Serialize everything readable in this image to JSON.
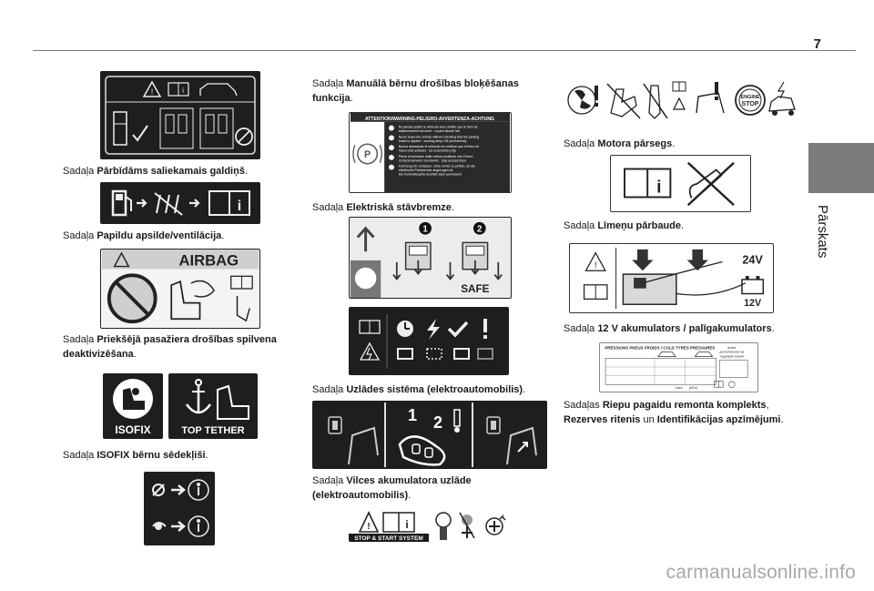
{
  "page": {
    "number": "7",
    "section_tab": "Pārskats",
    "watermark": "carmanualsonline.info"
  },
  "captions": {
    "c1": {
      "pre": "Sadaļa ",
      "bold": "Pārbīdāms saliekamais galdiņš",
      "post": "."
    },
    "c2": {
      "pre": "Sadaļa ",
      "bold": "Papildu apsilde/ventilācija",
      "post": "."
    },
    "c3": {
      "pre": "Sadaļa ",
      "bold": "Priekšējā pasažiera drošības spilvena deaktivizēšana",
      "post": "."
    },
    "c4": {
      "pre": "Sadaļa ",
      "bold": "ISOFIX bērnu sēdekļiši",
      "post": "."
    },
    "c5": {
      "pre": "Sadaļa ",
      "bold": "Manuālā bērnu drošības bloķēšanas funkcija",
      "post": "."
    },
    "c6": {
      "pre": "Sadaļa ",
      "bold": "Elektriskā stāvbremze",
      "post": "."
    },
    "c7": {
      "pre": "Sadaļa ",
      "bold": "Uzlādes sistēma (elektroautomobilis)",
      "post": "."
    },
    "c8": {
      "pre": "Sadaļa ",
      "bold": "Vilces akumulatora uzlāde (elektroautomobilis)",
      "post": "."
    },
    "c9": {
      "pre": "Sadaļa ",
      "bold": "Motora pārsegs",
      "post": "."
    },
    "c10": {
      "pre": "Sadaļa ",
      "bold": "Līmeņu pārbaude",
      "post": "."
    },
    "c11": {
      "pre": "Sadaļa ",
      "bold": "12 V akumulators / palīgakumulators",
      "post": "."
    },
    "c12": {
      "pre": "Sadaļas ",
      "bold": "Riepu pagaidu remonta komplekts",
      "mid": ", ",
      "bold2": "Rezerves ritenis",
      "mid2": " un ",
      "bold3": "Identifikācijas apzīmējumi",
      "post": "."
    }
  },
  "labels": {
    "airbag": "AIRBAG",
    "isofix": "ISOFIX",
    "top_tether": "TOP TETHER",
    "attention": "ATTENTION/WARNING-PELIGRO-AVVERTENZA-ACHTUNG",
    "brake_text": [
      "No jamais quitter le véhicule sans vérifier que le frein de",
      "stationnement est serré : voyant allumé fixe",
      "Never leave the vehicle without checking that the parking",
      "brake is applied : warning lamp ON permanently",
      "Nunca abandonar el vehículo sin verificar que el freno de",
      "mano está activado : luz encendida y fija",
      "Prima di scendere dalla vettura verificare che il freno",
      "di stazionamento sia inserito : spia accesa fissa",
      "Fahrzeug nie verlassen, ohne vorher zu prüfen, ob die",
      "elektrische Parkbremse angezogen ist:",
      "Die Kontrollleuchte leuchtet dann permanent"
    ],
    "safe": "SAFE",
    "step1": "1",
    "step2": "2",
    "engine_stop": [
      "ENGINE",
      "STOP"
    ],
    "v24": "24V",
    "v12": "12V",
    "stop_start": "STOP & START SYSTEM",
    "tyre_header": "PRESSIONS PNEUS FROIDS / COLD TYRES PRESSURES",
    "tyre_side": [
      "avant",
      "дополнение на",
      "ходовуй линия"
    ],
    "tyre_bars": "bars",
    "tyre_kpa": "(kPa)"
  }
}
